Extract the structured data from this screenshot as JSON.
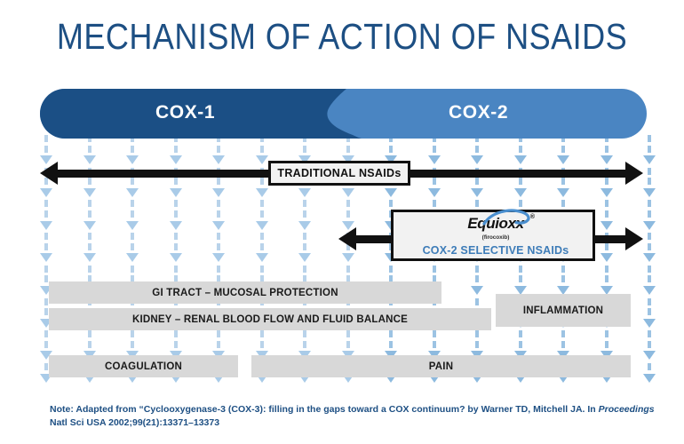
{
  "title": "MECHANISM OF ACTION OF NSAIDS",
  "colors": {
    "title_blue": "#1d4f83",
    "cox1_dark_blue": "#1b4f85",
    "cox2_light_blue": "#4a85c2",
    "arrow_blue": "#b9d3ea",
    "arrow_blue_dark": "#9cc3e3",
    "gray_bar": "#d8d8d8",
    "box_fill": "#f2f2f2",
    "box_border": "#111111",
    "cox2_text_blue": "#3d7cb8",
    "note_blue": "#1d4f83"
  },
  "cox_bar": {
    "cox1_label": "COX-1",
    "cox2_label": "COX-2"
  },
  "traditional": {
    "label": "TRADITIONAL NSAIDs"
  },
  "equioxx": {
    "brand": "Equioxx",
    "registered_mark": "®",
    "generic": "(firocoxib)",
    "subtitle": "COX-2 SELECTIVE NSAIDs"
  },
  "effect_bars": [
    {
      "name": "gi-tract-bar",
      "label": "GI TRACT – MUCOSAL PROTECTION"
    },
    {
      "name": "kidney-bar",
      "label": "KIDNEY – RENAL BLOOD FLOW AND FLUID BALANCE"
    },
    {
      "name": "inflammation-bar",
      "label": "INFLAMMATION"
    },
    {
      "name": "coagulation-bar",
      "label": "COAGULATION"
    },
    {
      "name": "pain-bar",
      "label": "PAIN"
    }
  ],
  "note": {
    "line1_pre": "Note: Adapted from “Cyclooxygenase-3 (COX-3): filling in the gaps toward a COX continuum? by Warner TD, Mitchell JA. In",
    "line2_italic": "Proceedings",
    "line2_rest": "Natl Sci USA 2002;99(21):13371–13373"
  },
  "diagram_data": {
    "type": "diagram",
    "enzymes": [
      "COX-1",
      "COX-2"
    ],
    "drug_classes": [
      {
        "name": "TRADITIONAL NSAIDs",
        "inhibits": [
          "COX-1",
          "COX-2"
        ]
      },
      {
        "name": "COX-2 SELECTIVE NSAIDs",
        "brand": "Equioxx (firocoxib)",
        "inhibits": [
          "COX-2"
        ]
      }
    ],
    "cox1_effects": [
      "GI TRACT – MUCOSAL PROTECTION",
      "KIDNEY – RENAL BLOOD FLOW AND FLUID BALANCE",
      "COAGULATION"
    ],
    "cox2_effects": [
      "INFLAMMATION",
      "PAIN",
      "KIDNEY – RENAL BLOOD FLOW AND FLUID BALANCE"
    ]
  }
}
